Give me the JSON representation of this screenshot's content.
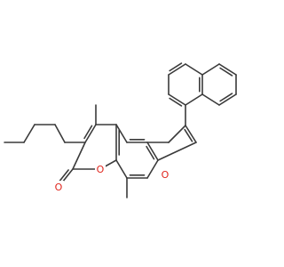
{
  "molecule": {
    "atoms": [
      {
        "id": "o-ketone",
        "element": "O",
        "label": "O",
        "color": "#e0241c"
      },
      {
        "id": "o-pyran",
        "element": "O",
        "label": "O",
        "color": "#e0241c"
      },
      {
        "id": "o-furan",
        "element": "O",
        "label": "O",
        "color": "#e0241c"
      }
    ],
    "bond_color": "#3a3a3a"
  }
}
